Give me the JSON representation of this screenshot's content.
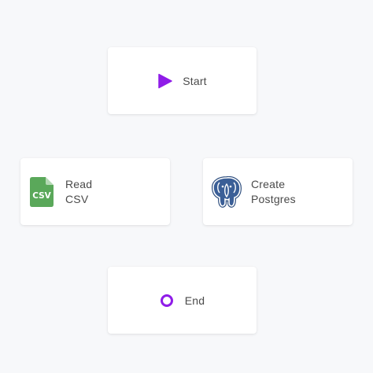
{
  "nodes": {
    "start": {
      "label": "Start",
      "icon": "play-icon",
      "color": "#8f1ce8"
    },
    "read_csv": {
      "label_line1": "Read",
      "label_line2": "CSV",
      "icon": "csv-file-icon",
      "color": "#5aa85a"
    },
    "create_postgres": {
      "label_line1": "Create",
      "label_line2": "Postgres",
      "icon": "postgres-elephant-icon",
      "color": "#3b5f97"
    },
    "end": {
      "label": "End",
      "icon": "circle-outline-icon",
      "color": "#8f1ce8"
    }
  }
}
